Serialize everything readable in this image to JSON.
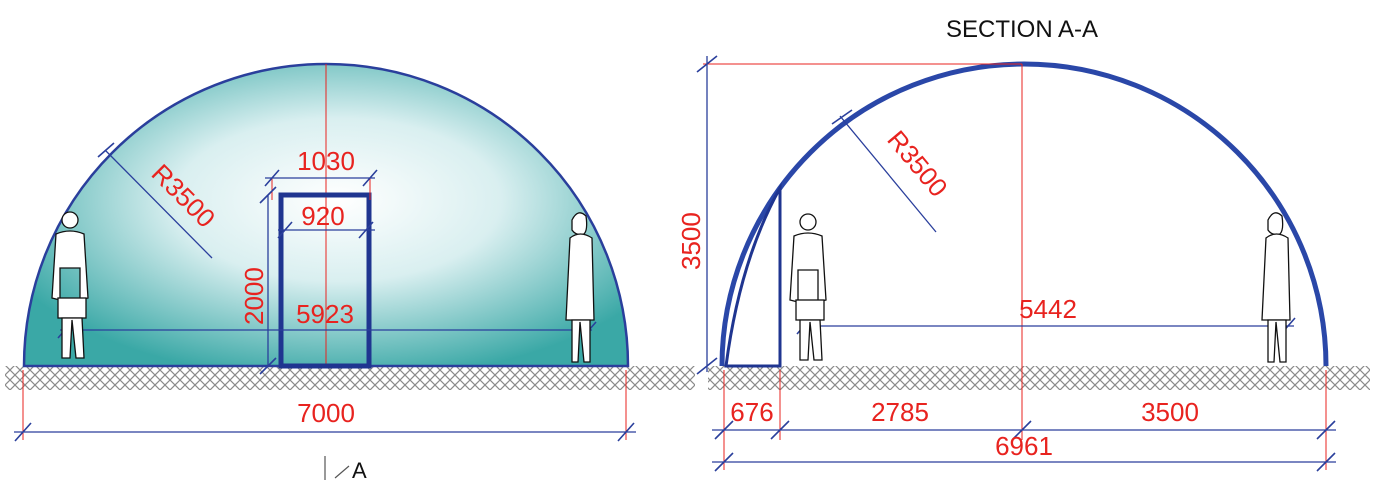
{
  "section_title": "SECTION A-A",
  "section_marker": "A",
  "front_view": {
    "radius_label": "R3500",
    "door_outer_width": "1030",
    "door_inner_width": "920",
    "door_height": "2000",
    "interior_width": "5923",
    "overall_width": "7000"
  },
  "section_view": {
    "radius_label": "R3500",
    "height": "3500",
    "interior_width": "5442",
    "left_offset": "676",
    "middle_span": "2785",
    "right_span": "3500",
    "overall_width": "6961"
  },
  "colors": {
    "dimension_text": "#e8231f",
    "dimension_line": "#2a3f9c",
    "dome_outline": "#2a3f9c",
    "dome_fill_center": "#ffffff",
    "dome_fill_edge": "#2fa7a3",
    "ground_hatch": "#8a8a8a"
  }
}
